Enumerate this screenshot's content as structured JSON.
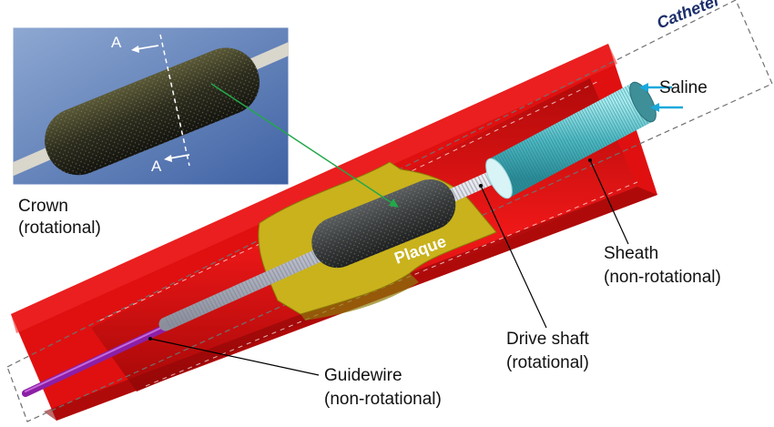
{
  "labels": {
    "catheter": "Catheter",
    "saline": "Saline",
    "crown_line1": "Crown",
    "crown_line2": "(rotational)",
    "plaque": "Plaque",
    "sheath_line1": "Sheath",
    "sheath_line2": "(non-rotational)",
    "drive_line1": "Drive shaft",
    "drive_line2": "(rotational)",
    "guidewire_line1": "Guidewire",
    "guidewire_line2": "(non-rotational)",
    "vessel": "Vessel",
    "section_top": "A",
    "section_bottom": "A"
  },
  "colors": {
    "vessel_red": "#e01010",
    "vessel_dark": "#9c0808",
    "plaque": "#c9b21c",
    "sheath": "#5fc4cc",
    "shaft": "#c9cdd8",
    "guidewire": "#8c1fa6",
    "crown": "#3a3d3f",
    "catheter_text": "#1d2f6b",
    "saline_arrow": "#19a8dc",
    "pointer_green": "#23a84a"
  }
}
